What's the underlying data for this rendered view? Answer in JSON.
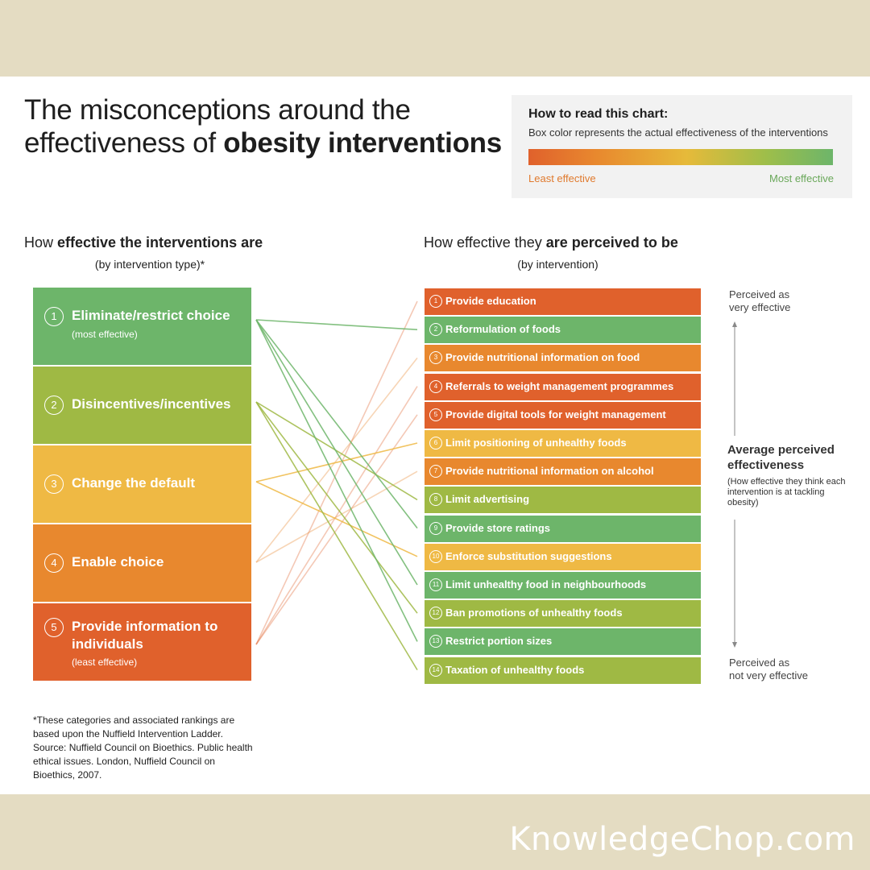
{
  "title": {
    "line1": "The misconceptions around the",
    "line2_plain": "effectiveness of ",
    "line2_bold": "obesity interventions"
  },
  "legend": {
    "title": "How to read this chart:",
    "subtitle": "Box color represents the actual effectiveness of the interventions",
    "least": "Least effective",
    "most": "Most effective"
  },
  "left_heading": {
    "plain": "How ",
    "bold": "effective the interventions are",
    "sub": "(by intervention type)*"
  },
  "right_heading": {
    "plain": "How effective they ",
    "bold": "are perceived to be",
    "sub": "(by intervention)"
  },
  "colors": {
    "green": "#6db56a",
    "yellow_green": "#9fb944",
    "yellow": "#efb944",
    "orange": "#e8882e",
    "red_orange": "#e0612c"
  },
  "categories": [
    {
      "num": "1",
      "label": "Eliminate/restrict choice",
      "note": "(most effective)",
      "color": "#6db56a"
    },
    {
      "num": "2",
      "label": "Disincentives/incentives",
      "note": "",
      "color": "#9fb944"
    },
    {
      "num": "3",
      "label": "Change the default",
      "note": "",
      "color": "#efb944"
    },
    {
      "num": "4",
      "label": "Enable choice",
      "note": "",
      "color": "#e8882e"
    },
    {
      "num": "5",
      "label": "Provide information to individuals",
      "note": "(least effective)",
      "color": "#e0612c"
    }
  ],
  "interventions": [
    {
      "num": "1",
      "label": "Provide education",
      "category": 5,
      "color": "#e0612c"
    },
    {
      "num": "2",
      "label": "Reformulation of foods",
      "category": 1,
      "color": "#6db56a"
    },
    {
      "num": "3",
      "label": "Provide nutritional information on food",
      "category": 4,
      "color": "#e8882e"
    },
    {
      "num": "4",
      "label": "Referrals to weight management programmes",
      "category": 5,
      "color": "#e0612c"
    },
    {
      "num": "5",
      "label": "Provide digital tools for weight management",
      "category": 5,
      "color": "#e0612c"
    },
    {
      "num": "6",
      "label": "Limit positioning of unhealthy foods",
      "category": 3,
      "color": "#efb944"
    },
    {
      "num": "7",
      "label": "Provide nutritional information on alcohol",
      "category": 4,
      "color": "#e8882e"
    },
    {
      "num": "8",
      "label": "Limit advertising",
      "category": 2,
      "color": "#9fb944"
    },
    {
      "num": "9",
      "label": "Provide store ratings",
      "category": 1,
      "color": "#6db56a"
    },
    {
      "num": "10",
      "label": "Enforce substitution suggestions",
      "category": 3,
      "color": "#efb944"
    },
    {
      "num": "11",
      "label": "Limit unhealthy food in neighbourhoods",
      "category": 1,
      "color": "#6db56a"
    },
    {
      "num": "12",
      "label": "Ban promotions of unhealthy foods",
      "category": 2,
      "color": "#9fb944"
    },
    {
      "num": "13",
      "label": "Restrict portion sizes",
      "category": 1,
      "color": "#6db56a"
    },
    {
      "num": "14",
      "label": "Taxation of unhealthy foods",
      "category": 2,
      "color": "#9fb944"
    }
  ],
  "axis": {
    "top": [
      "Perceived as",
      "very effective"
    ],
    "title": "Average perceived effectiveness",
    "note": "(How effective they think each intervention is at tackling obesity)",
    "bottom": [
      "Perceived as",
      "not very effective"
    ]
  },
  "footnote": "*These categories and associated rankings are based upon the Nuffield Intervention Ladder. Source: Nuffield Council on Bioethics. Public health ethical issues. London, Nuffield Council on Bioethics, 2007.",
  "brand": "KnowledgeChop.com"
}
